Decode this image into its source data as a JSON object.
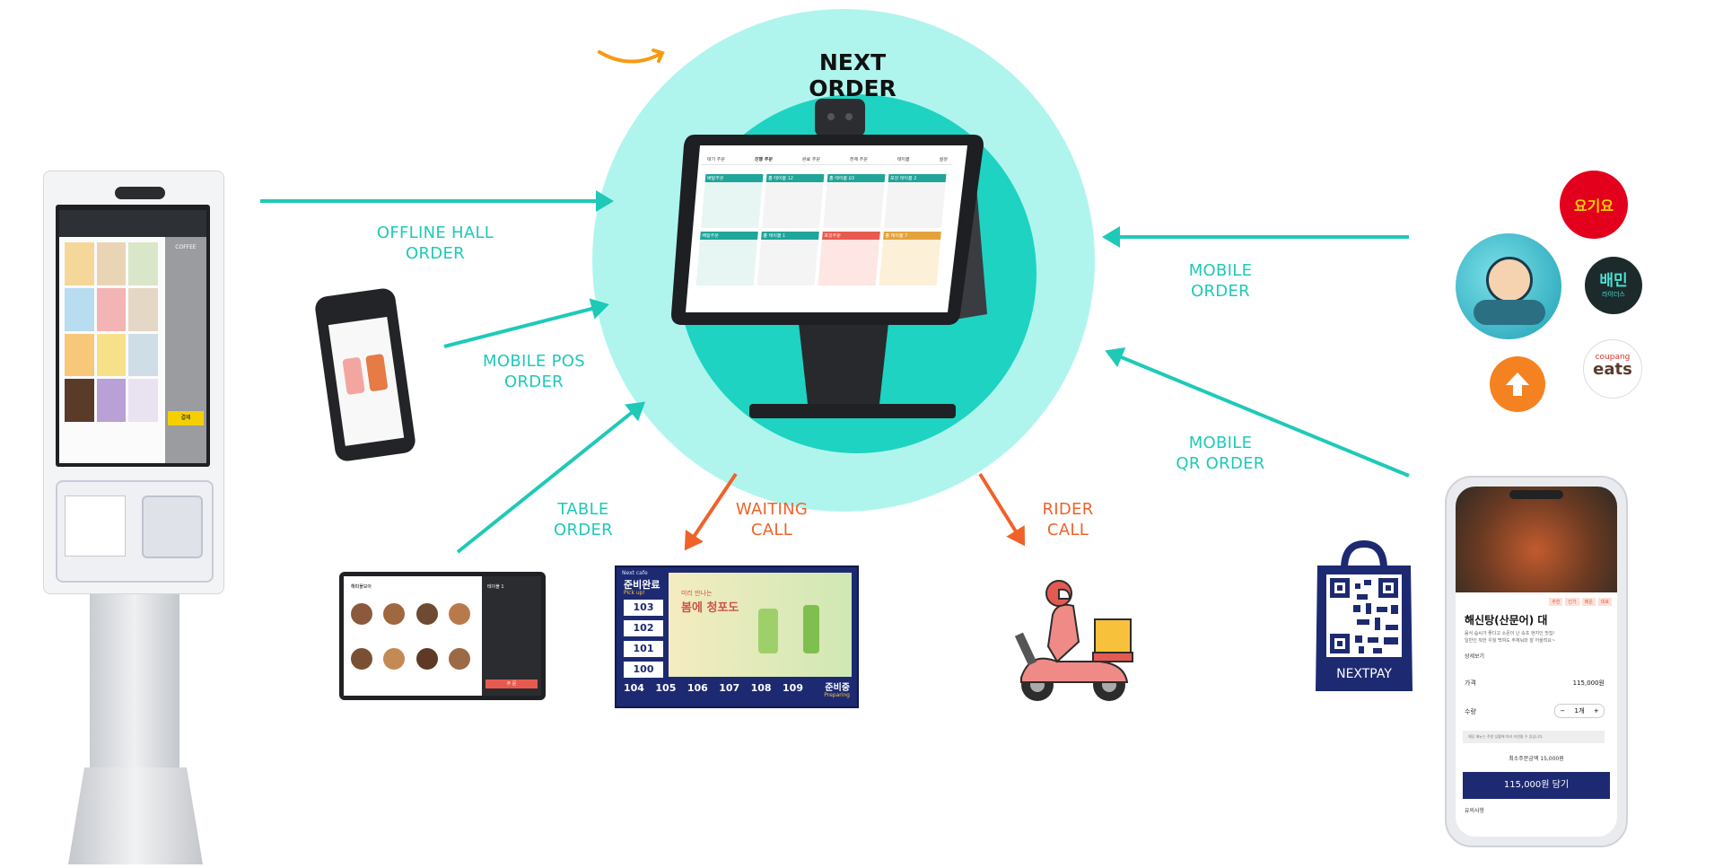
{
  "hub": {
    "title": "NEXT ORDER"
  },
  "labels": {
    "offline_hall": [
      "OFFLINE HALL",
      "ORDER"
    ],
    "mobile_pos": [
      "MOBILE POS",
      "ORDER"
    ],
    "table_order": [
      "TABLE",
      "ORDER"
    ],
    "waiting_call": [
      "WAITING",
      "CALL"
    ],
    "rider_call": [
      "RIDER",
      "CALL"
    ],
    "mobile_order": [
      "MOBILE",
      "ORDER"
    ],
    "mobile_qr": [
      "MOBILE",
      "QR ORDER"
    ]
  },
  "waiting_board": {
    "brand": "Next cafe",
    "ready_title": "준비완료",
    "ready_sub": "Pick up!",
    "ready_numbers": [
      "103",
      "102",
      "101",
      "100"
    ],
    "preparing_numbers": [
      "104",
      "105",
      "106",
      "107",
      "108",
      "109"
    ],
    "preparing_title": "준비중",
    "preparing_sub": "Preparing",
    "promo_small": "미리 만나는",
    "promo_big": "봄에 청포도"
  },
  "apps": {
    "yogiyo": "요기요",
    "baemin_rider_title": "배민",
    "baemin_rider_sub": "라이더스",
    "coupang_top": "coupang",
    "coupang_bottom": "eats"
  },
  "qr_bag": {
    "label": "NEXTPAY"
  },
  "phone": {
    "dish_name": "해신탕(산문어) 대",
    "desc_line1": "음식 솜씨가 좋다고 소문이 난 속초 현지인 맛집!",
    "desc_line2": "일반인 뭐한 우월 백여도 주체눠와 잘 어울려요~",
    "details_link": "상세보기",
    "price_label": "가격",
    "price_value": "115,000원",
    "qty_label": "수량",
    "qty_minus": "−",
    "qty_value": "1개",
    "qty_plus": "+",
    "notice": "해당 메뉴는 주방 상황에 따라 지연될 수 있습니다.",
    "min_order": "최소주문금액 15,000원",
    "cta": "115,000원 담기",
    "notes_title": "유의사항",
    "tags": [
      "추천",
      "인기",
      "매운",
      "대표"
    ]
  },
  "kiosk": {
    "brand": "COFFEE",
    "pay_button": "결제"
  },
  "pos_screen": {
    "tabs": [
      "대기 주문",
      "진행 주문",
      "완료 주문",
      "전체 주문",
      "테이블",
      "설정"
    ],
    "cards": [
      {
        "title": "배달주문",
        "color": "#1fa59a"
      },
      {
        "title": "홀 테이블 12",
        "color": "#1fa59a"
      },
      {
        "title": "홀 테이블 03",
        "color": "#1fa59a"
      },
      {
        "title": "포장 테이블 2",
        "color": "#1fa59a"
      },
      {
        "title": "배달주문",
        "color": "#1fa59a"
      },
      {
        "title": "홀 테이블 1",
        "color": "#1fa59a"
      },
      {
        "title": "포장주문",
        "color": "#e85a4f"
      },
      {
        "title": "홀 테이블 7",
        "color": "#e6a23a"
      }
    ]
  },
  "table_order": {
    "header": "테이블 1",
    "order_button": "주 문",
    "menu_title": "해피플모아"
  }
}
